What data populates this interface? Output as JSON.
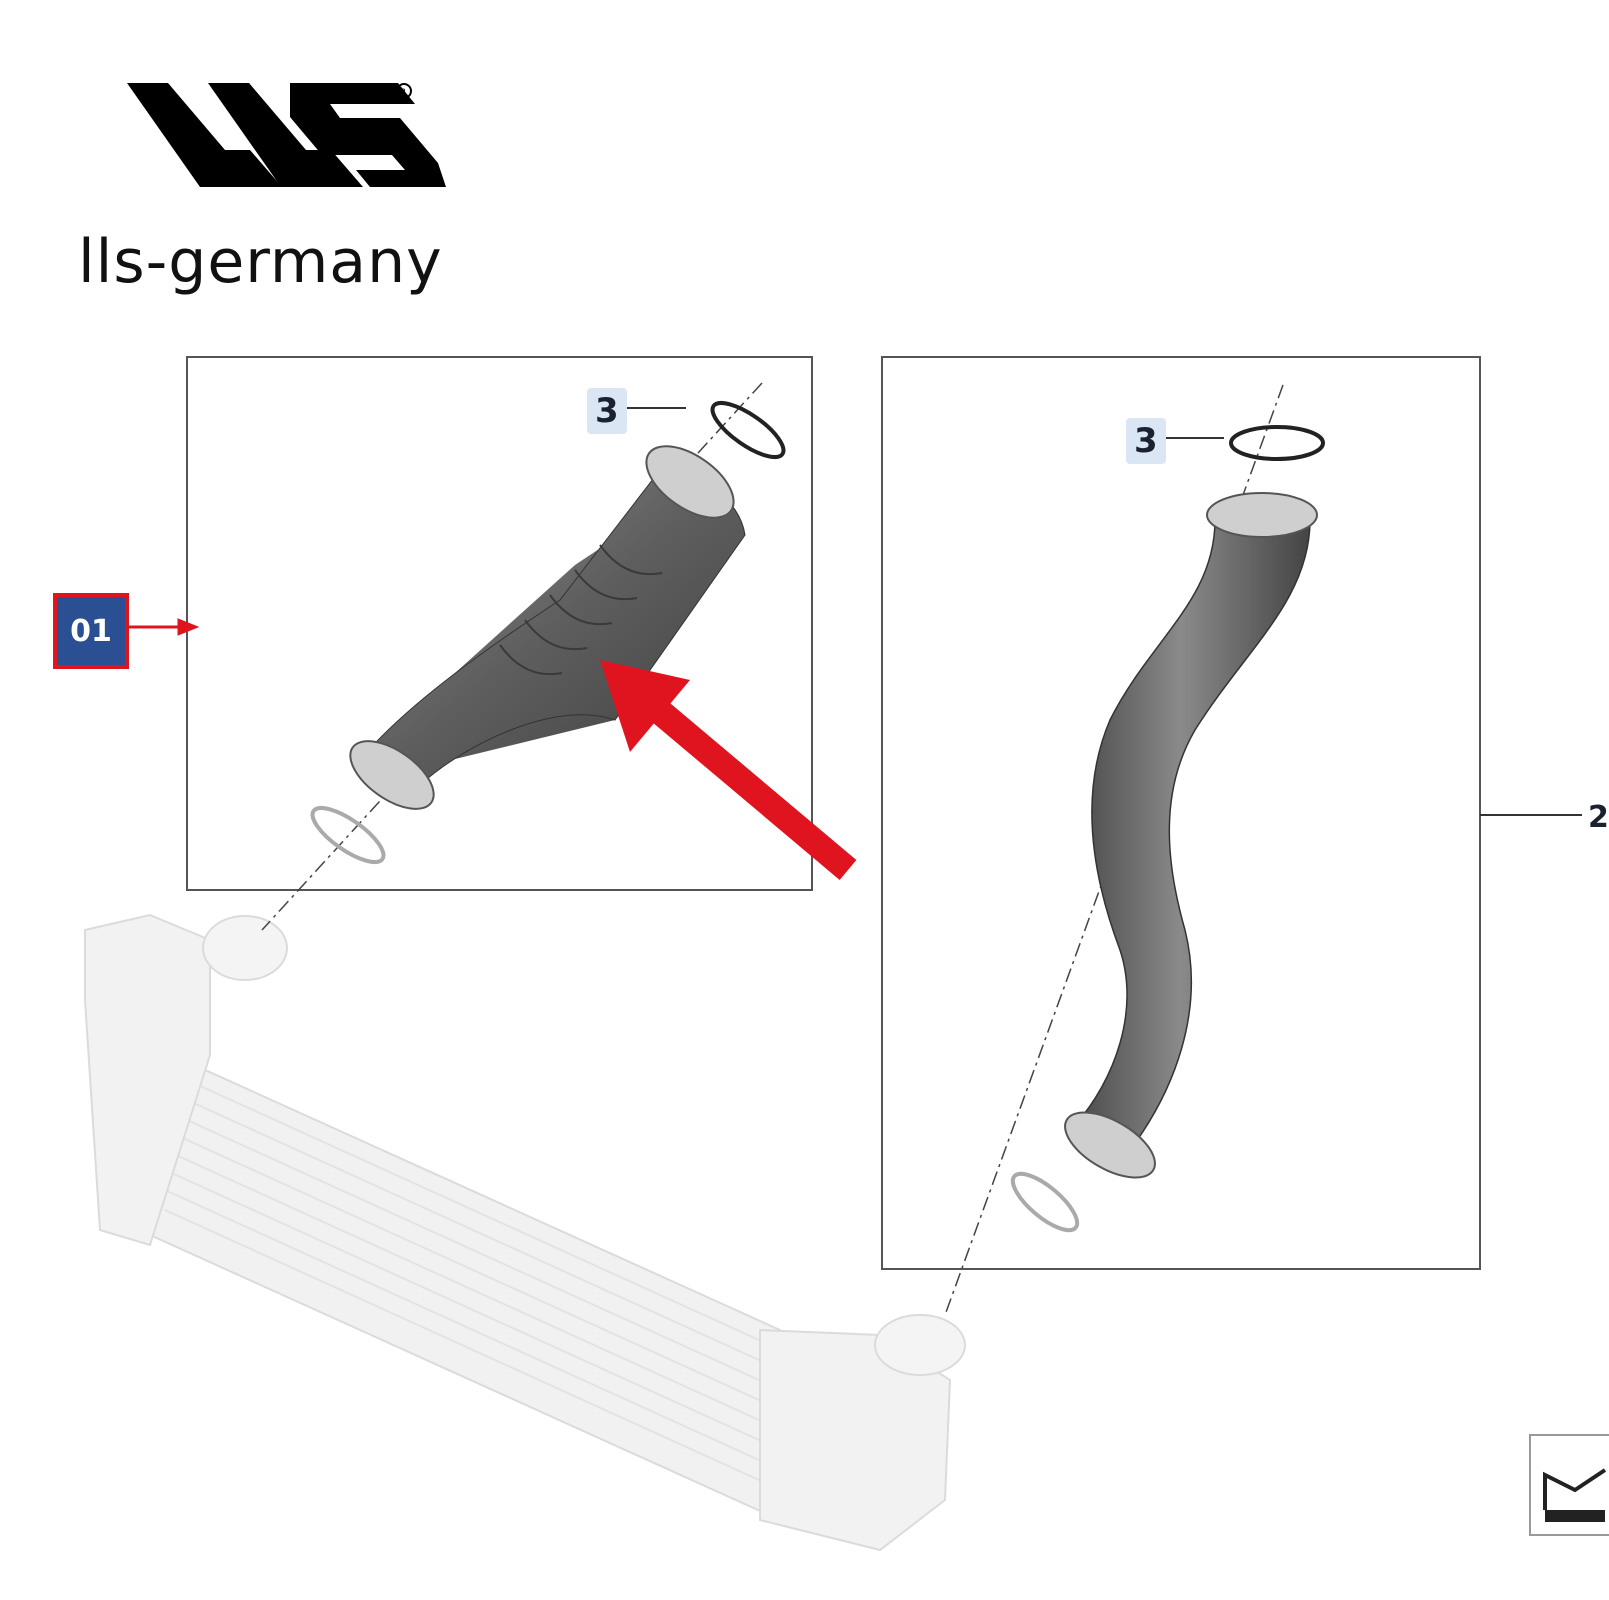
{
  "brand": {
    "logo_text": "LLS",
    "registered_mark": "®",
    "name": "lls-germany"
  },
  "diagram": {
    "callout": {
      "label": "01",
      "color": "#e0141f",
      "fill": "#2a4f93"
    },
    "part_labels": [
      "3",
      "3"
    ],
    "side_label": "2",
    "arrow_color": "#e0141f"
  }
}
